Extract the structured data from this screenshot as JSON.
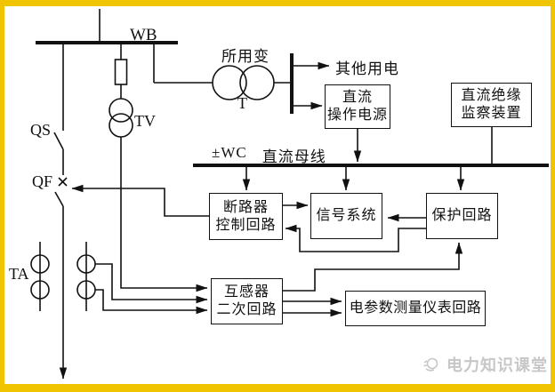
{
  "colors": {
    "frame_border": "#F0C400",
    "background": "#FFFFFF",
    "line": "#111111",
    "watermark": "#C7C7C7"
  },
  "labels": {
    "main_bus": "WB",
    "disconnector": "QS",
    "breaker": "QF",
    "voltage_transformer": "TV",
    "current_transformer": "TA",
    "transformer_tag": "T",
    "station_transformer": "所用变",
    "other_loads": "其他用电"
  },
  "dc_bus": {
    "code": "±WC",
    "name": "直流母线"
  },
  "boxes": {
    "dc_operating_power": {
      "line1": "直流",
      "line2": "操作电源"
    },
    "dc_insulation_monitor": {
      "line1": "直流绝缘",
      "line2": "监察装置"
    },
    "breaker_control": {
      "line1": "断路器",
      "line2": "控制回路"
    },
    "signal_system": {
      "line1": "信号系统"
    },
    "protection": {
      "line1": "保护回路"
    },
    "transformer_secondary": {
      "line1": "互感器",
      "line2": "二次回路"
    },
    "measurement": {
      "line1": "电参数测量仪表回路"
    }
  },
  "watermark": {
    "brand": "电力知识课堂"
  }
}
